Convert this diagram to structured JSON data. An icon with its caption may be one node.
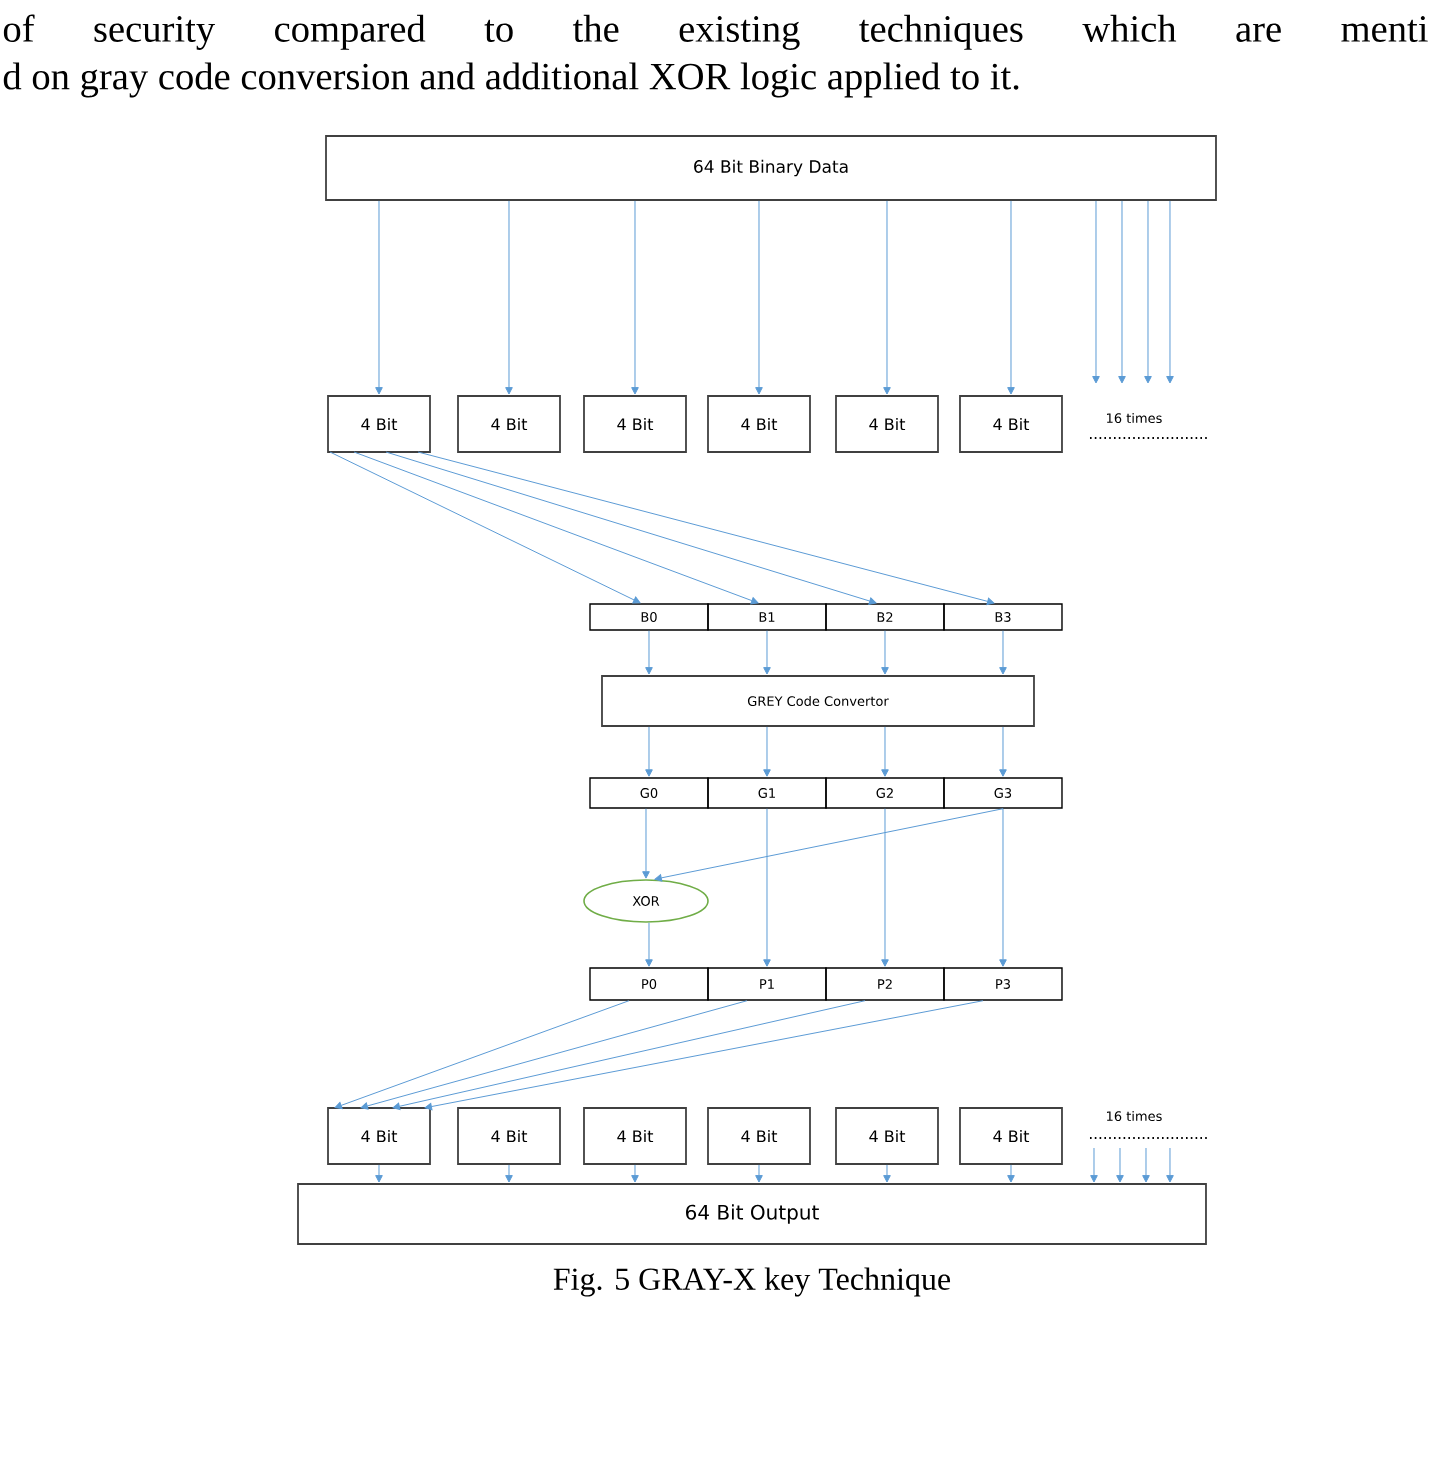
{
  "diagram": {
    "caption": "Fig. 5 GRAY-X key Technique",
    "nodes": [
      {
        "text": [
          "64 Bit Binary Data"
        ]
      },
      {
        "text": [
          "4 Bit"
        ]
      },
      {
        "text": [
          "4 Bit"
        ]
      },
      {
        "text": [
          "4 Bit"
        ]
      },
      {
        "text": [
          "4 Bit"
        ]
      },
      {
        "text": [
          "4 Bit"
        ]
      },
      {
        "text": [
          "4 Bit"
        ]
      },
      {
        "text": [
          "B0"
        ]
      },
      {
        "text": [
          "B1"
        ]
      },
      {
        "text": [
          "B2"
        ]
      },
      {
        "text": [
          "B3"
        ]
      },
      {
        "text": [
          "GREY Code Convertor"
        ]
      },
      {
        "text": [
          "G0"
        ]
      },
      {
        "text": [
          "G1"
        ]
      },
      {
        "text": [
          "G2"
        ]
      },
      {
        "text": [
          "G3"
        ]
      },
      {
        "text": [
          "XOR"
        ]
      },
      {
        "text": [
          "P0"
        ]
      },
      {
        "text": [
          "P1"
        ]
      },
      {
        "text": [
          "P2"
        ]
      },
      {
        "text": [
          "P3"
        ]
      },
      {
        "text": [
          "4 Bit"
        ]
      },
      {
        "text": [
          "4 Bit"
        ]
      },
      {
        "text": [
          "4 Bit"
        ]
      },
      {
        "text": [
          "4 Bit"
        ]
      },
      {
        "text": [
          "4 Bit"
        ]
      },
      {
        "text": [
          "4 Bit"
        ]
      },
      {
        "text": [
          "64 Bit Output"
        ]
      }
    ],
    "edges": [
      {
        "from": 0,
        "to": 1,
        "arrow": "to"
      },
      {
        "from": 0,
        "to": 2,
        "arrow": "to"
      },
      {
        "from": 0,
        "to": 3,
        "arrow": "to"
      },
      {
        "from": 0,
        "to": 4,
        "arrow": "to"
      },
      {
        "from": 0,
        "to": 5,
        "arrow": "to"
      },
      {
        "from": 0,
        "to": 6,
        "arrow": "to"
      },
      {
        "from": 0,
        "to": null,
        "arrow": "to"
      },
      {
        "from": 0,
        "to": null,
        "arrow": "to"
      },
      {
        "from": 0,
        "to": null,
        "arrow": "to"
      },
      {
        "from": 0,
        "to": null,
        "arrow": "to"
      },
      {
        "from": 1,
        "to": 7,
        "arrow": "to"
      },
      {
        "from": 1,
        "to": 8,
        "arrow": "to"
      },
      {
        "from": 1,
        "to": 9,
        "arrow": "to"
      },
      {
        "from": 1,
        "to": 10,
        "arrow": "to"
      },
      {
        "from": 7,
        "to": 11,
        "arrow": "to"
      },
      {
        "from": 8,
        "to": 11,
        "arrow": "to"
      },
      {
        "from": 9,
        "to": 11,
        "arrow": "to"
      },
      {
        "from": 10,
        "to": 11,
        "arrow": "to"
      },
      {
        "from": 11,
        "to": 12,
        "arrow": "to"
      },
      {
        "from": 11,
        "to": 13,
        "arrow": "to"
      },
      {
        "from": 11,
        "to": 14,
        "arrow": "to"
      },
      {
        "from": 11,
        "to": 15,
        "arrow": "to"
      },
      {
        "from": 12,
        "to": 16,
        "arrow": "to"
      },
      {
        "from": 15,
        "to": 16,
        "arrow": "to"
      },
      {
        "from": 16,
        "to": 17,
        "arrow": "to"
      },
      {
        "from": 13,
        "to": 18,
        "arrow": "to"
      },
      {
        "from": 14,
        "to": 19,
        "arrow": "to"
      },
      {
        "from": 15,
        "to": 20,
        "arrow": "to"
      },
      {
        "from": 17,
        "to": 21,
        "arrow": "to"
      },
      {
        "from": 18,
        "to": 21,
        "arrow": "to"
      },
      {
        "from": 19,
        "to": 21,
        "arrow": "to"
      },
      {
        "from": 20,
        "to": 21,
        "arrow": "to"
      },
      {
        "from": 21,
        "to": 27,
        "arrow": "to"
      },
      {
        "from": 22,
        "to": 27,
        "arrow": "to"
      },
      {
        "from": 23,
        "to": 27,
        "arrow": "to"
      },
      {
        "from": 24,
        "to": 27,
        "arrow": "to"
      },
      {
        "from": 25,
        "to": 27,
        "arrow": "to"
      },
      {
        "from": 26,
        "to": 27,
        "arrow": "to"
      },
      {
        "from": null,
        "to": 27,
        "arrow": "to"
      },
      {
        "from": null,
        "to": 27,
        "arrow": "to"
      },
      {
        "from": null,
        "to": 27,
        "arrow": "to"
      },
      {
        "from": null,
        "to": 27,
        "arrow": "to"
      }
    ],
    "labels": [
      "of security compared to the existing techniques which are menti",
      "d on gray code conversion and additional XOR logic applied to it.",
      "16 times",
      "16 times"
    ]
  }
}
